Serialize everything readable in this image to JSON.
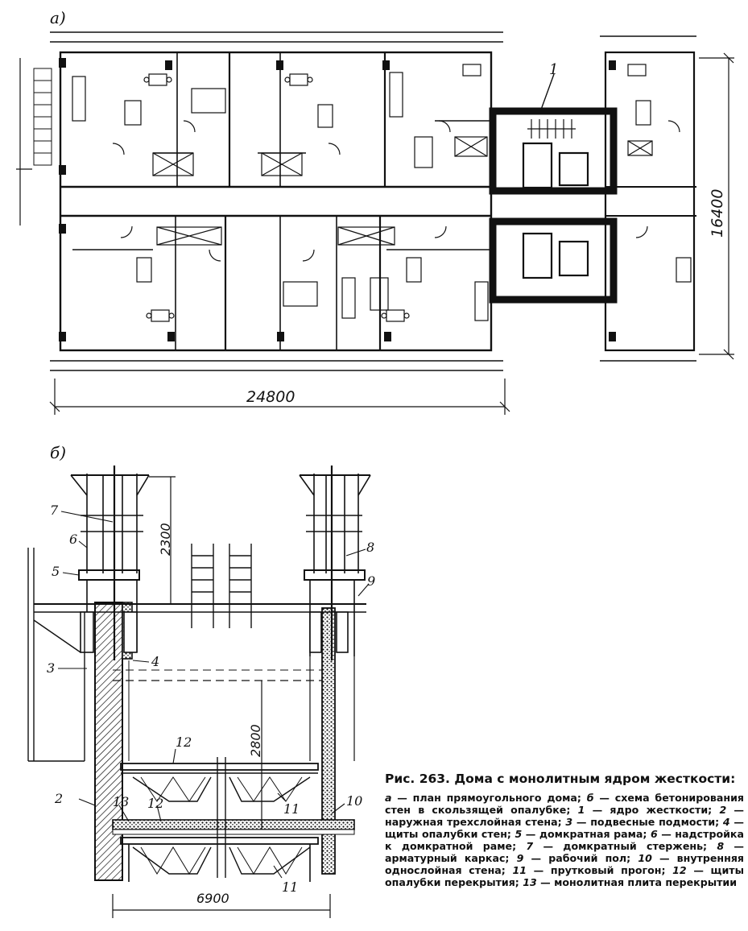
{
  "panels": {
    "a": {
      "label": "а)"
    },
    "b": {
      "label": "б)"
    }
  },
  "plan": {
    "callout": "1",
    "dim_length": "24800",
    "dim_width": "16400"
  },
  "section": {
    "callouts": [
      "7",
      "6",
      "5",
      "3",
      "4",
      "12",
      "2",
      "13",
      "12",
      "11",
      "11",
      "10",
      "8",
      "9"
    ],
    "dim_top": "2300",
    "dim_height": "2800",
    "dim_span": "6900"
  },
  "caption": {
    "title": "Рис. 263. Дома с монолитным ядром жесткости:",
    "items": [
      {
        "key": "а",
        "text": "план прямоугольного дома;"
      },
      {
        "key": "б",
        "text": "схема бетонирования стен в скользящей опалубке;"
      },
      {
        "key": "1",
        "text": "ядро жесткости;"
      },
      {
        "key": "2",
        "text": "наружная трехслойная стена;"
      },
      {
        "key": "3",
        "text": "подвесные подмости;"
      },
      {
        "key": "4",
        "text": "щиты опалубки стен;"
      },
      {
        "key": "5",
        "text": "домкратная рама;"
      },
      {
        "key": "6",
        "text": "надстройка к домкратной раме;"
      },
      {
        "key": "7",
        "text": "домкратный стержень;"
      },
      {
        "key": "8",
        "text": "арматурный каркас;"
      },
      {
        "key": "9",
        "text": "рабочий пол;"
      },
      {
        "key": "10",
        "text": "внутренняя однослойная стена;"
      },
      {
        "key": "11",
        "text": "прутковый прогон;"
      },
      {
        "key": "12",
        "text": "щиты опалубки перекрытия;"
      },
      {
        "key": "13",
        "text": "монолитная плита перекрытии"
      }
    ]
  }
}
